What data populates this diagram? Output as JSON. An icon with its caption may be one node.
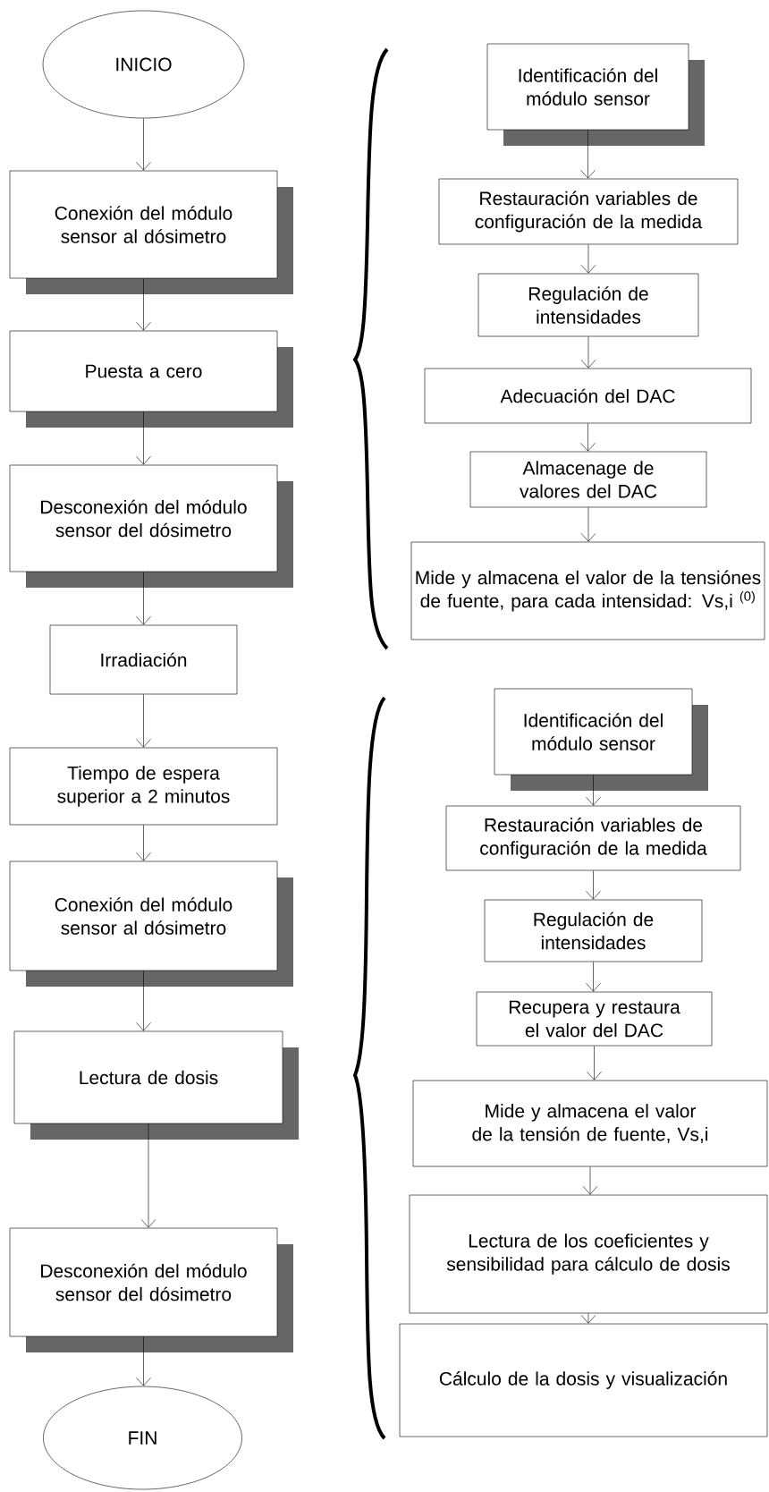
{
  "diagram": {
    "nodes": [
      {
        "text": [
          "INICIO"
        ]
      },
      {
        "text": [
          "Conexión del módulo sensor al dósimetro"
        ]
      },
      {
        "text": [
          "Puesta a cero"
        ]
      },
      {
        "text": [
          "Desconexión del módulo sensor del dósimetro"
        ]
      },
      {
        "text": [
          "Irradiación"
        ]
      },
      {
        "text": [
          "Tiempo de espera superior a 2 minutos"
        ]
      },
      {
        "text": [
          "Conexión del módulo sensor al dósimetro"
        ]
      },
      {
        "text": [
          "Lectura de dosis"
        ]
      },
      {
        "text": [
          "Desconexión del módulo sensor del dósimetro"
        ]
      },
      {
        "text": [
          "FIN"
        ]
      },
      {
        "text": [
          "Identificación del módulo sensor"
        ]
      },
      {
        "text": [
          "Restauración variables de configuración de la medida"
        ]
      },
      {
        "text": [
          "Regulación de intensidades"
        ]
      },
      {
        "text": [
          "Adecuación del DAC"
        ]
      },
      {
        "text": [
          "Almacenage de valores del DAC"
        ]
      },
      {
        "text": [
          "Mide y almacena el valor de la tensiónes de fuente, para cada intensidad: Vs,i $^{(0)}$"
        ]
      },
      {
        "text": [
          "Identificación del módulo sensor"
        ]
      },
      {
        "text": [
          "Restauración variables de configuración de la medida"
        ]
      },
      {
        "text": [
          "Regulación de intensidades"
        ]
      },
      {
        "text": [
          "Recupera y restaura el valor del DAC"
        ]
      },
      {
        "text": [
          "Mide y almacena el valor de la tensión de fuente, Vs,i"
        ]
      },
      {
        "text": [
          "Lectura de los coeficientes y sensibilidad para cálculo de dosis"
        ]
      },
      {
        "text": [
          "Cálculo de la dosis y visualización"
        ]
      }
    ],
    "edges": [
      {
        "from": 0,
        "to": 1,
        "arrow": "to"
      },
      {
        "from": 1,
        "to": 2,
        "arrow": "to"
      },
      {
        "from": 2,
        "to": 3,
        "arrow": "to"
      },
      {
        "from": 3,
        "to": 4,
        "arrow": "to"
      },
      {
        "from": 4,
        "to": 5,
        "arrow": "to"
      },
      {
        "from": 5,
        "to": 6,
        "arrow": "to"
      },
      {
        "from": 6,
        "to": 7,
        "arrow": "to"
      },
      {
        "from": 7,
        "to": 8,
        "arrow": "to"
      },
      {
        "from": 8,
        "to": 9,
        "arrow": "to"
      },
      {
        "from": 10,
        "to": 11,
        "arrow": "to"
      },
      {
        "from": 11,
        "to": 12,
        "arrow": "to"
      },
      {
        "from": 12,
        "to": 13,
        "arrow": "to"
      },
      {
        "from": 13,
        "to": 14,
        "arrow": "to"
      },
      {
        "from": 14,
        "to": 15,
        "arrow": "to"
      },
      {
        "from": 16,
        "to": 17,
        "arrow": "to"
      },
      {
        "from": 17,
        "to": 18,
        "arrow": "to"
      },
      {
        "from": 18,
        "to": 19,
        "arrow": "to"
      },
      {
        "from": 19,
        "to": 20,
        "arrow": "to"
      },
      {
        "from": 20,
        "to": 21,
        "arrow": "to"
      },
      {
        "from": 21,
        "to": 22,
        "arrow": "to"
      }
    ]
  }
}
